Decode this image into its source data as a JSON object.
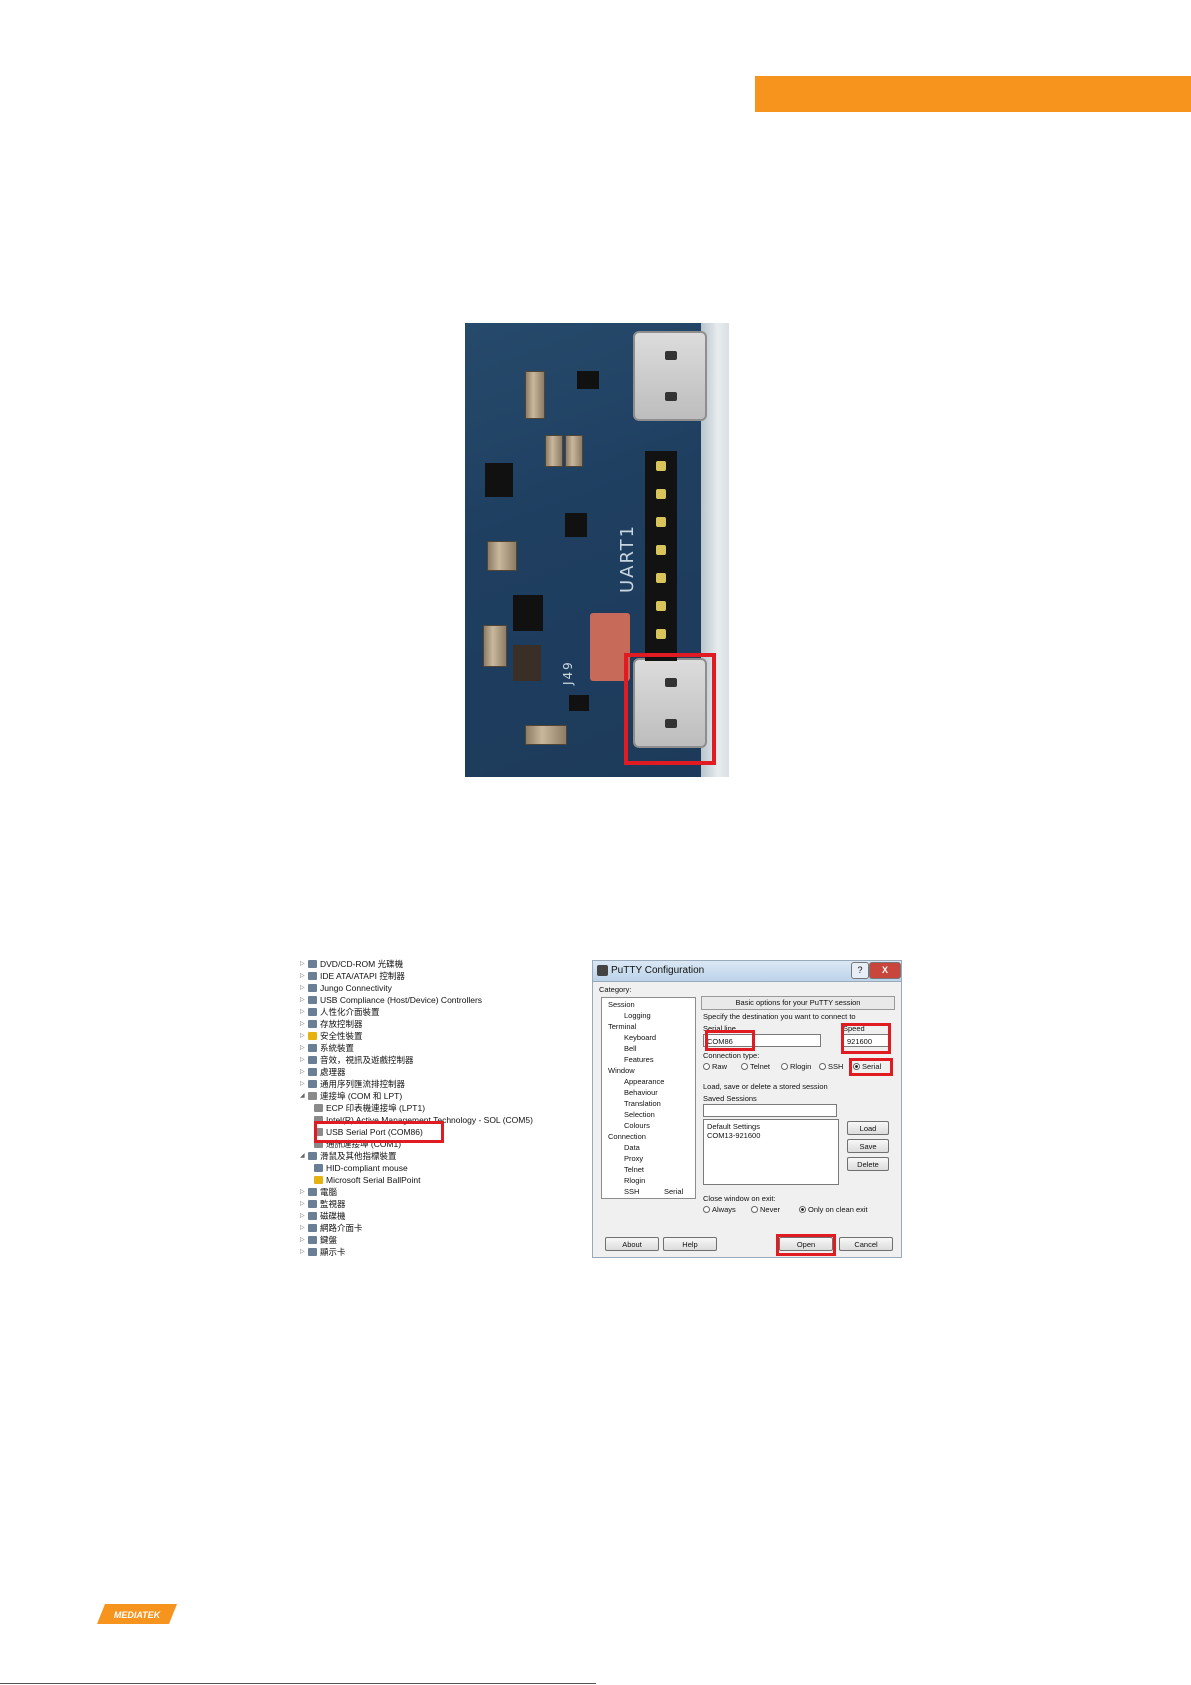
{
  "pcb": {
    "silk_uart": "UART1",
    "silk_j49": "J49"
  },
  "device_manager": {
    "items": [
      "DVD/CD-ROM 光碟機",
      "IDE ATA/ATAPI 控制器",
      "Jungo Connectivity",
      "USB Compliance (Host/Device) Controllers",
      "人性化介面裝置",
      "存放控制器",
      "安全性裝置",
      "系統裝置",
      "音效，視訊及遊戲控制器",
      "處理器",
      "通用序列匯流排控制器",
      "連接埠 (COM 和 LPT)",
      "ECP 印表機連接埠 (LPT1)",
      "Intel(R) Active Management Technology - SOL (COM5)",
      "USB Serial Port (COM86)",
      "通訊連接埠 (COM1)",
      "滑鼠及其他指標裝置",
      "HID-compliant mouse",
      "Microsoft Serial BallPoint",
      "電腦",
      "監視器",
      "磁碟機",
      "網路介面卡",
      "鍵盤",
      "顯示卡"
    ]
  },
  "putty": {
    "title": "PuTTY Configuration",
    "title_help": "?",
    "title_close": "X",
    "category_label": "Category:",
    "tree": [
      "Session",
      "Logging",
      "Terminal",
      "Keyboard",
      "Bell",
      "Features",
      "Window",
      "Appearance",
      "Behaviour",
      "Translation",
      "Selection",
      "Colours",
      "Connection",
      "Data",
      "Proxy",
      "Telnet",
      "Rlogin",
      "SSH",
      "Serial"
    ],
    "panel_title": "Basic options for your PuTTY session",
    "destination_label": "Specify the destination you want to connect to",
    "serial_line_label": "Serial line",
    "serial_line_value": "COM86",
    "speed_label": "Speed",
    "speed_value": "921600",
    "connection_type_label": "Connection type:",
    "conn_raw": "Raw",
    "conn_telnet": "Telnet",
    "conn_rlogin": "Rlogin",
    "conn_ssh": "SSH",
    "conn_serial": "Serial",
    "sessions_header": "Load, save or delete a stored session",
    "saved_sessions_label": "Saved Sessions",
    "sessions": [
      "Default Settings",
      "COM13-921600"
    ],
    "load_button": "Load",
    "save_button": "Save",
    "delete_button": "Delete",
    "close_window_label": "Close window on exit:",
    "exit_always": "Always",
    "exit_never": "Never",
    "exit_clean": "Only on clean exit",
    "about_button": "About",
    "help_button": "Help",
    "open_button": "Open",
    "cancel_button": "Cancel"
  },
  "footer": {
    "logo_text": "MEDIATEK"
  },
  "colors": {
    "accent_orange": "#f7941d",
    "highlight_red": "#e01b22"
  }
}
